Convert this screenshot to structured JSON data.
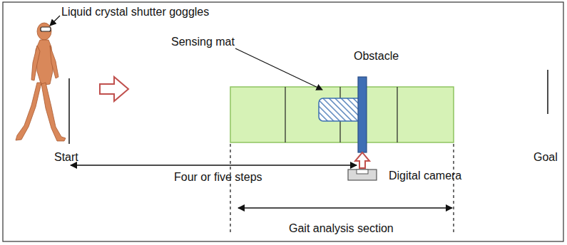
{
  "diagram": {
    "labels": [
      "Liquid crystal shutter goggles",
      "Sensing mat",
      "Obstacle",
      "Start",
      "Four or five steps",
      "Digital camera",
      "Goal",
      "Gait analysis section"
    ]
  }
}
